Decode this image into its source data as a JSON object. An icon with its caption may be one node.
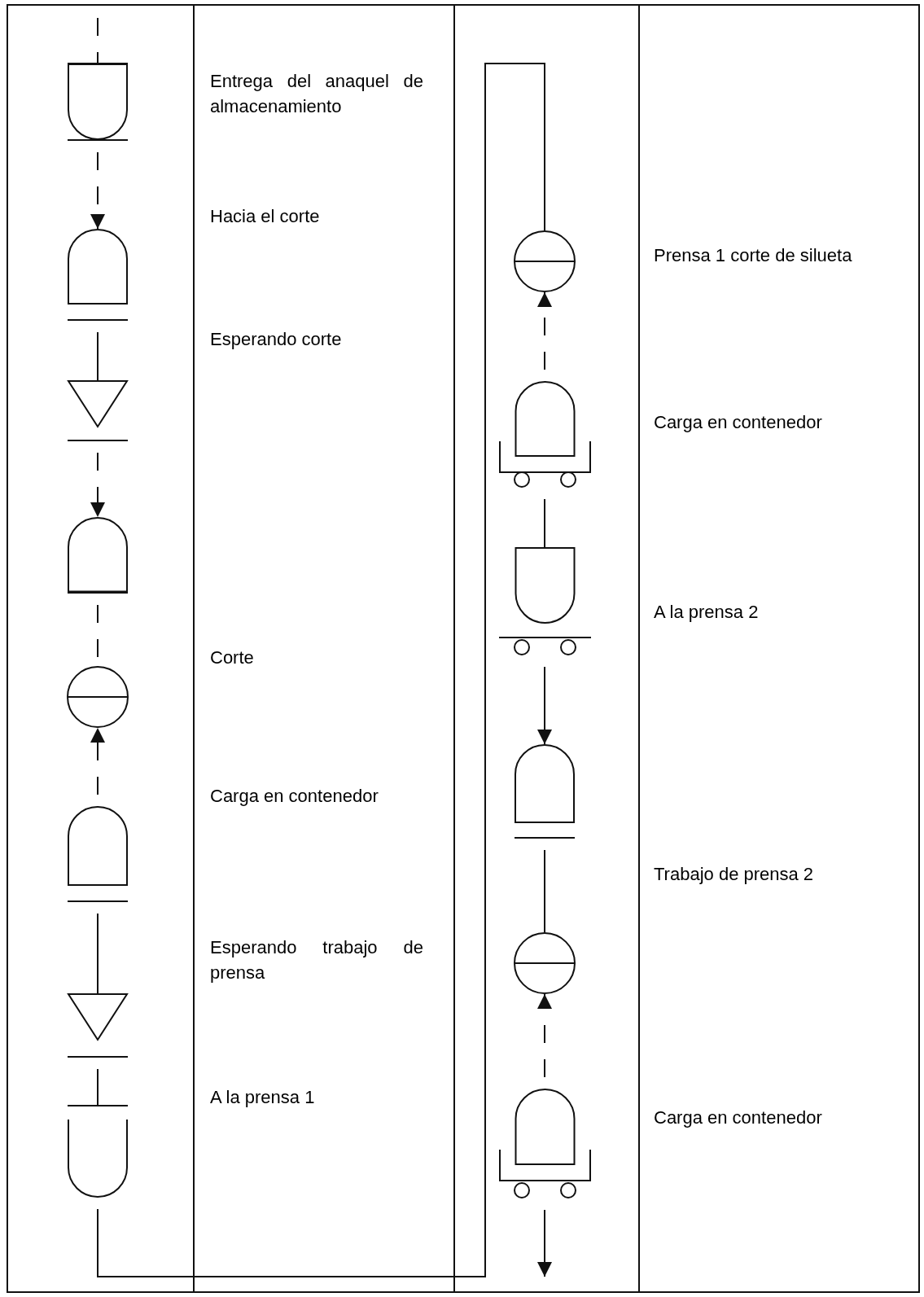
{
  "diagram": {
    "nodes": [
      {
        "text": [],
        "shape": "cup"
      },
      {
        "text": [],
        "shape": "dome"
      },
      {
        "text": [],
        "shape": "triangle"
      },
      {
        "text": [],
        "shape": "dome"
      },
      {
        "text": [],
        "shape": "circle"
      },
      {
        "text": [],
        "shape": "dome"
      },
      {
        "text": [],
        "shape": "triangle"
      },
      {
        "text": [],
        "shape": "cup"
      },
      {
        "text": [],
        "shape": "circle"
      },
      {
        "text": [],
        "shape": "dome"
      },
      {
        "text": [],
        "shape": "cup"
      },
      {
        "text": [],
        "shape": "dome"
      },
      {
        "text": [],
        "shape": "circle"
      },
      {
        "text": [],
        "shape": "dome"
      }
    ],
    "edges": [
      {
        "from": null,
        "to": 0,
        "arrow": "none",
        "style": "dashed"
      },
      {
        "from": 0,
        "to": 1,
        "arrow": "to",
        "style": "dashed"
      },
      {
        "from": 1,
        "to": 2,
        "arrow": "none"
      },
      {
        "from": 2,
        "to": 3,
        "arrow": "to",
        "style": "dashed"
      },
      {
        "from": 3,
        "to": 4,
        "arrow": "none",
        "style": "dashed"
      },
      {
        "from": 5,
        "to": 4,
        "arrow": "to",
        "style": "dashed"
      },
      {
        "from": 5,
        "to": 6,
        "arrow": "none"
      },
      {
        "from": 6,
        "to": 7,
        "arrow": "none"
      },
      {
        "from": 7,
        "to": 8,
        "arrow": "none"
      },
      {
        "from": 9,
        "to": 8,
        "arrow": "to",
        "style": "dashed"
      },
      {
        "from": 9,
        "to": 10,
        "arrow": "none"
      },
      {
        "from": 10,
        "to": 11,
        "arrow": "to"
      },
      {
        "from": 11,
        "to": 12,
        "arrow": "none"
      },
      {
        "from": 13,
        "to": 12,
        "arrow": "to",
        "style": "dashed"
      },
      {
        "from": 13,
        "to": null,
        "arrow": "to"
      }
    ],
    "labels": [
      "Entrega del anaquel de almacenamiento",
      "Hacia el corte",
      "Esperando corte",
      "Corte",
      "Carga en contenedor",
      "Esperando trabajo de prensa",
      "A la prensa 1",
      "Prensa 1 corte de silueta",
      "Carga en contenedor",
      "A la prensa 2",
      "Trabajo de prensa 2",
      "Carga en contenedor"
    ]
  }
}
